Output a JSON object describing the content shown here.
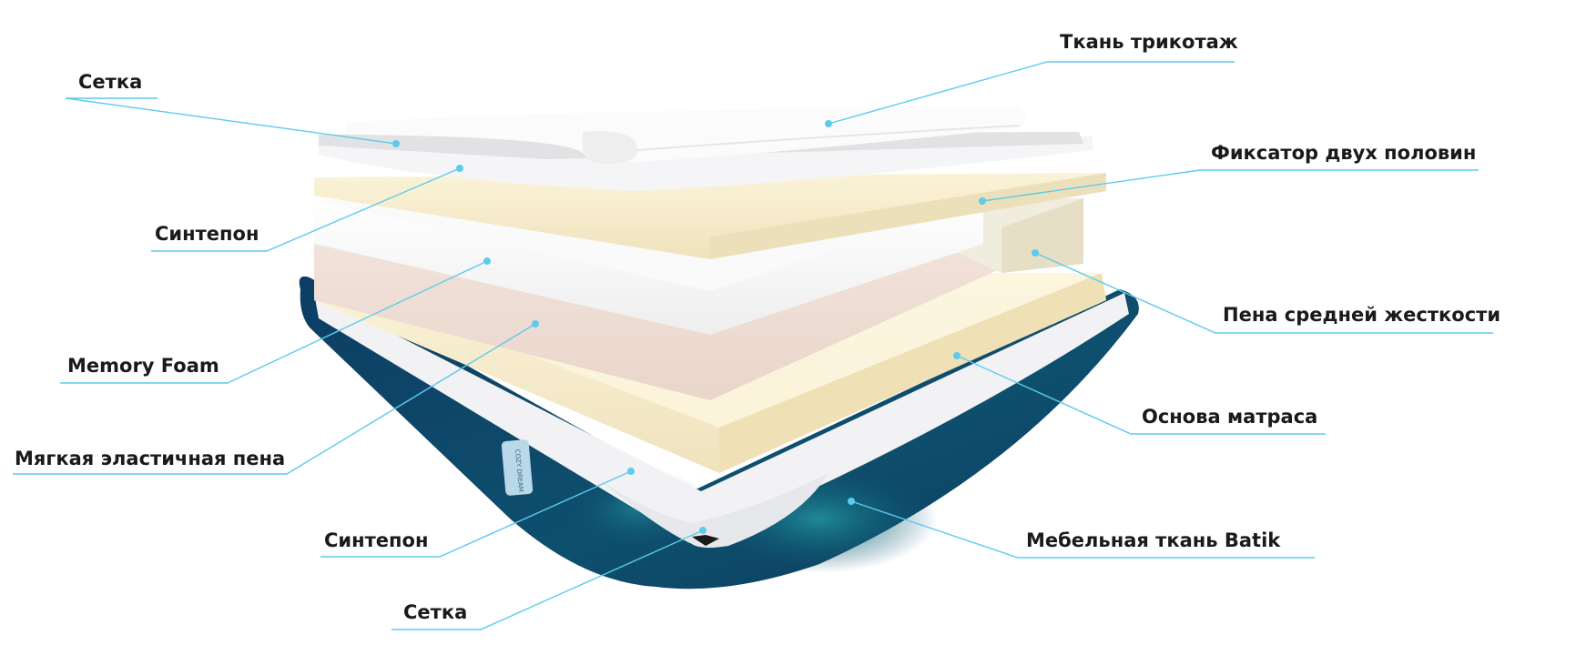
{
  "diagram": {
    "accent_color": "#5ccbec",
    "labels": {
      "setka_top": "Сетка",
      "sinteпон_top": "Синтепон",
      "memory_foam": "Memory Foam",
      "soft_foam": "Мягкая эластичная пена",
      "sintepon_bottom": "Синтепон",
      "setka_bottom": "Сетка",
      "knit_fabric": "Ткань трикотаж",
      "fixator": "Фиксатор двух половин",
      "medium_foam": "Пена средней жесткости",
      "base": "Основа матраса",
      "batik": "Мебельная ткань Batik"
    },
    "tag_text": "COZY DREAM"
  }
}
